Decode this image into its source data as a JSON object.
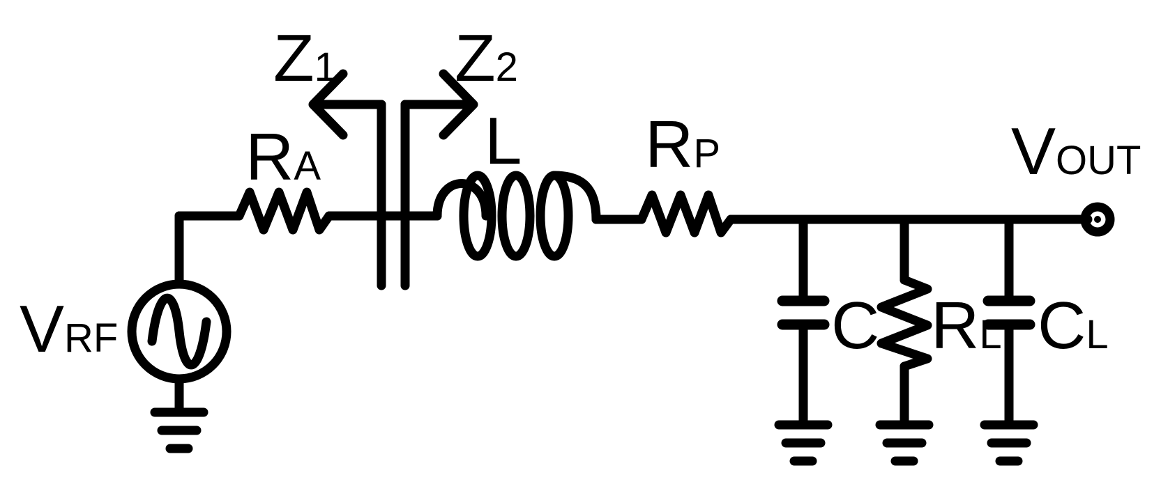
{
  "labels": {
    "v_rf": {
      "main": "V",
      "sub": "RF"
    },
    "r_a": {
      "main": "R",
      "sub": "A"
    },
    "z_1": {
      "main": "Z",
      "sub": "1"
    },
    "z_2": {
      "main": "Z",
      "sub": "2"
    },
    "l": {
      "main": "L"
    },
    "r_p": {
      "main": "R",
      "sub": "P"
    },
    "v_out": {
      "main": "V",
      "sub": "OUT"
    },
    "c": {
      "main": "C"
    },
    "r_l": {
      "main": "R",
      "sub": "L"
    },
    "c_l": {
      "main": "C",
      "sub": "L"
    }
  }
}
